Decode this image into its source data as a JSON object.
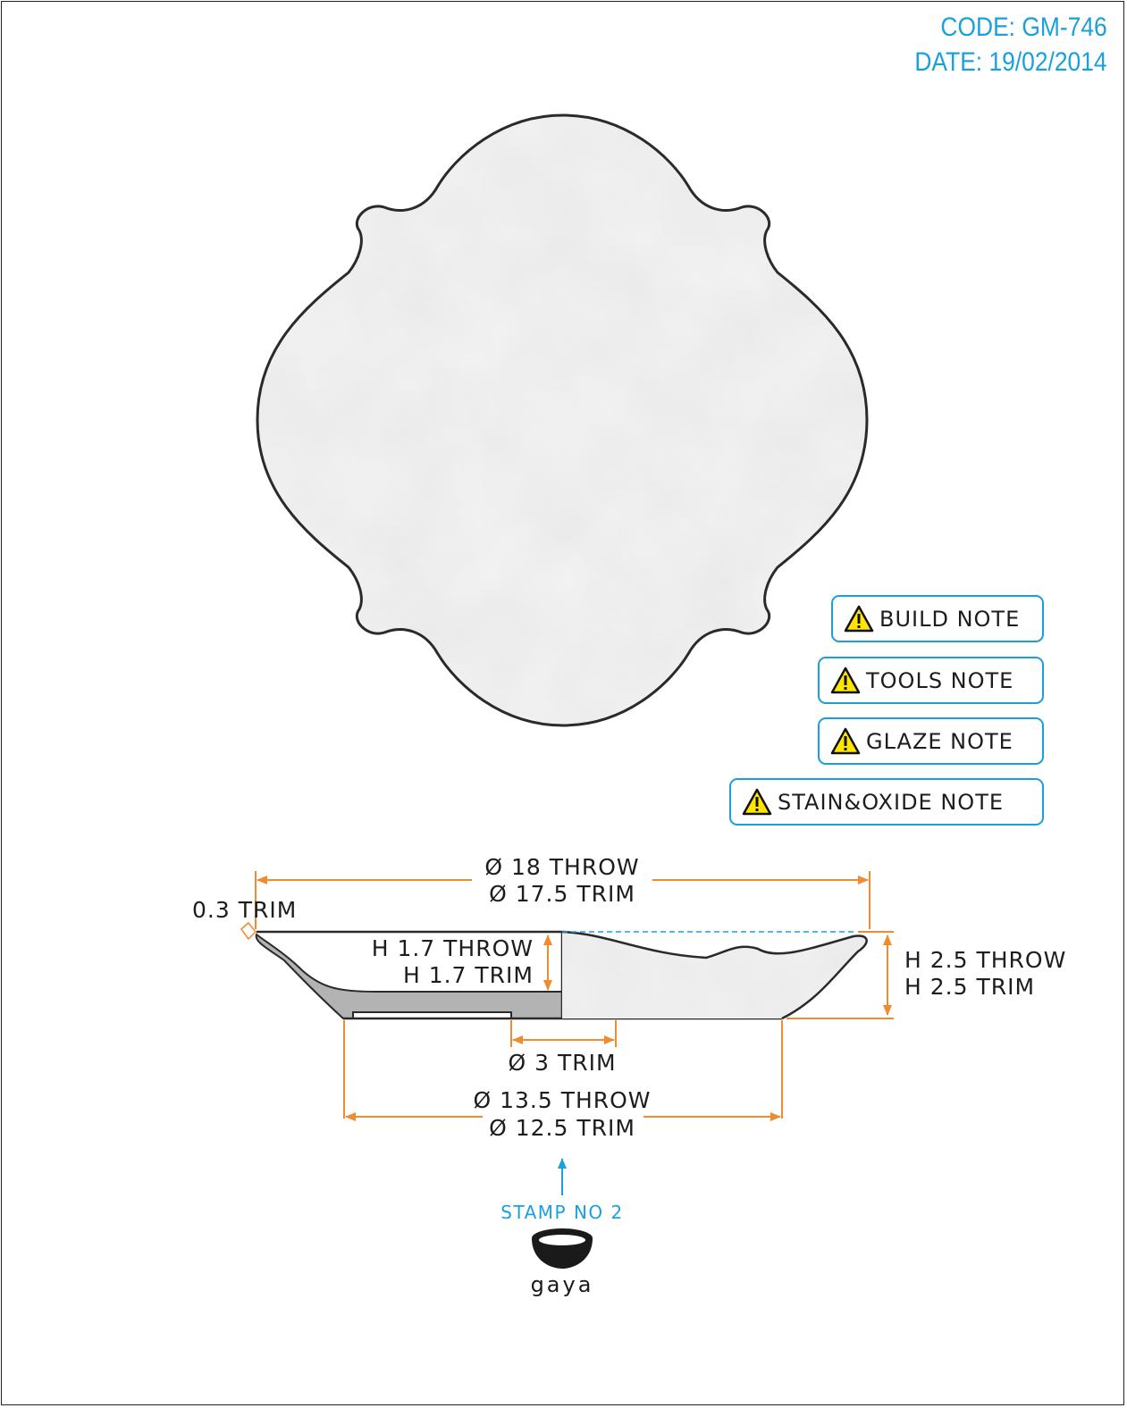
{
  "header": {
    "code": "CODE: GM-746",
    "date": "DATE: 19/02/2014"
  },
  "notes": [
    {
      "label": "BUILD NOTE",
      "icon": "warning-icon"
    },
    {
      "label": "TOOLS NOTE",
      "icon": "warning-icon"
    },
    {
      "label": "GLAZE NOTE",
      "icon": "warning-icon"
    },
    {
      "label": "STAIN&OXIDE NOTE",
      "icon": "warning-icon"
    }
  ],
  "dimensions": {
    "top_throw": "Ø 18 THROW",
    "top_trim": "Ø 17.5 TRIM",
    "rim_trim": "0.3 TRIM",
    "inner_h_throw": "H 1.7 THROW",
    "inner_h_trim": "H 1.7 TRIM",
    "outer_h_throw": "H 2.5 THROW",
    "outer_h_trim": "H 2.5 TRIM",
    "stamp_trim": "Ø 3 TRIM",
    "base_throw": "Ø 13.5 THROW",
    "base_trim": "Ø 12.5 TRIM"
  },
  "stamp": {
    "label": "STAMP NO 2",
    "brand": "gaya"
  },
  "colors": {
    "accent": "#1aa0dc",
    "dimension": "#f28a2e",
    "outline": "#2a2a2a",
    "section_fill": "#b3b3b3"
  }
}
